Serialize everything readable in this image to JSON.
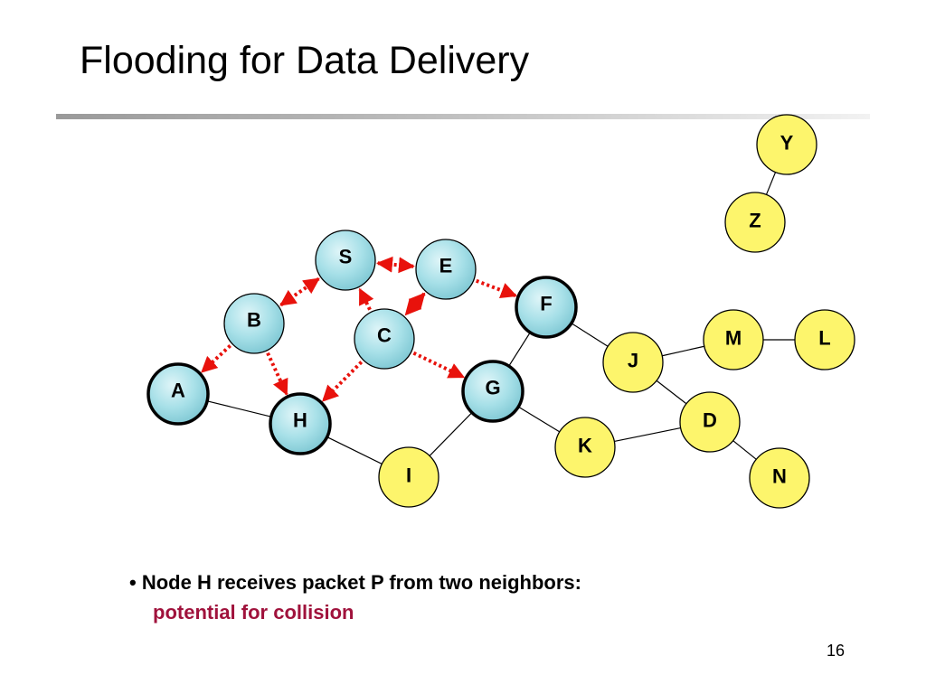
{
  "slide": {
    "title": "Flooding for Data Delivery",
    "page_number": "16"
  },
  "colors": {
    "flood_arrow": "#e8120c",
    "unreached_node": "#fdf56c",
    "reached_node": "#a7e0e8",
    "link": "#000000",
    "emphasis_text": "#a0123c"
  },
  "nodes": [
    {
      "id": "S",
      "label": "S",
      "reached": true,
      "thick_border": false
    },
    {
      "id": "E",
      "label": "E",
      "reached": true,
      "thick_border": false
    },
    {
      "id": "B",
      "label": "B",
      "reached": true,
      "thick_border": false
    },
    {
      "id": "C",
      "label": "C",
      "reached": true,
      "thick_border": false
    },
    {
      "id": "A",
      "label": "A",
      "reached": true,
      "thick_border": true
    },
    {
      "id": "H",
      "label": "H",
      "reached": true,
      "thick_border": true
    },
    {
      "id": "G",
      "label": "G",
      "reached": true,
      "thick_border": true
    },
    {
      "id": "F",
      "label": "F",
      "reached": true,
      "thick_border": true
    },
    {
      "id": "I",
      "label": "I",
      "reached": false,
      "thick_border": false
    },
    {
      "id": "J",
      "label": "J",
      "reached": false,
      "thick_border": false
    },
    {
      "id": "K",
      "label": "K",
      "reached": false,
      "thick_border": false
    },
    {
      "id": "M",
      "label": "M",
      "reached": false,
      "thick_border": false
    },
    {
      "id": "L",
      "label": "L",
      "reached": false,
      "thick_border": false
    },
    {
      "id": "D",
      "label": "D",
      "reached": false,
      "thick_border": false
    },
    {
      "id": "N",
      "label": "N",
      "reached": false,
      "thick_border": false
    },
    {
      "id": "Y",
      "label": "Y",
      "reached": false,
      "thick_border": false
    },
    {
      "id": "Z",
      "label": "Z",
      "reached": false,
      "thick_border": false
    }
  ],
  "links": [
    [
      "A",
      "H"
    ],
    [
      "H",
      "I"
    ],
    [
      "I",
      "G"
    ],
    [
      "G",
      "F"
    ],
    [
      "G",
      "K"
    ],
    [
      "F",
      "J"
    ],
    [
      "J",
      "M"
    ],
    [
      "M",
      "L"
    ],
    [
      "J",
      "D"
    ],
    [
      "K",
      "D"
    ],
    [
      "D",
      "N"
    ],
    [
      "Y",
      "Z"
    ]
  ],
  "flood_arrows": [
    {
      "from": "B",
      "to": "S",
      "bidirectional": true
    },
    {
      "from": "E",
      "to": "S",
      "bidirectional": true
    },
    {
      "from": "C",
      "to": "S",
      "bidirectional": false
    },
    {
      "from": "E",
      "to": "C",
      "bidirectional": true
    },
    {
      "from": "B",
      "to": "A",
      "bidirectional": false
    },
    {
      "from": "B",
      "to": "H",
      "bidirectional": false
    },
    {
      "from": "C",
      "to": "H",
      "bidirectional": false
    },
    {
      "from": "C",
      "to": "G",
      "bidirectional": false
    },
    {
      "from": "E",
      "to": "F",
      "bidirectional": false
    }
  ],
  "note": {
    "bullet": "•",
    "line1": "Node H receives packet P from two neighbors:",
    "line2": "potential for collision"
  }
}
